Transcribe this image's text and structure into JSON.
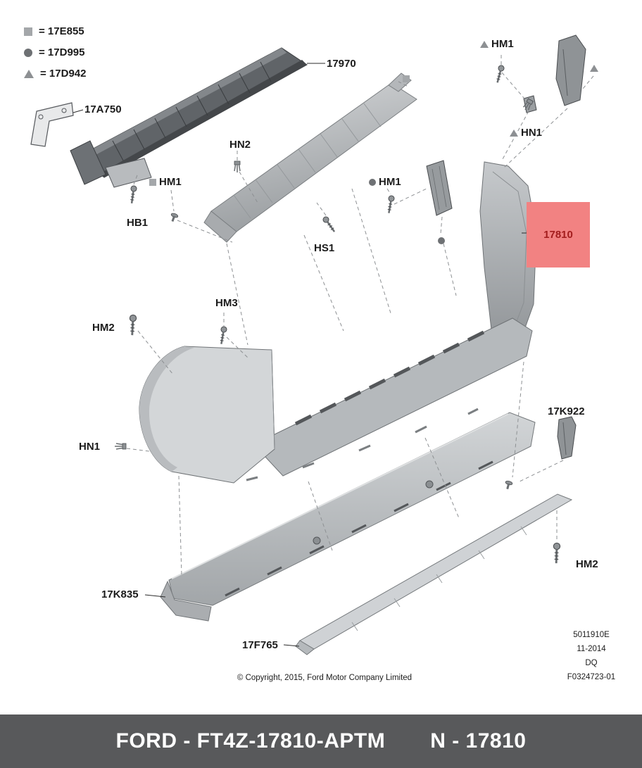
{
  "legend": {
    "items": [
      {
        "symbol": "square",
        "label": "= 17E855"
      },
      {
        "symbol": "circle",
        "label": "= 17D995"
      },
      {
        "symbol": "triangle",
        "label": "= 17D942"
      }
    ]
  },
  "part_labels": {
    "p17970": "17970",
    "p17a750": "17A750",
    "hn2": "HN2",
    "hm1_top": "HM1",
    "hn1_top": "HN1",
    "hm1_square": "HM1",
    "hm1_circle": "HM1",
    "hb1": "HB1",
    "hs1": "HS1",
    "hm3": "HM3",
    "hm2_left": "HM2",
    "p17k922": "17K922",
    "hn1_left": "HN1",
    "hm2_right": "HM2",
    "p17k835": "17K835",
    "p17f765": "17F765"
  },
  "highlight": {
    "label": "17810",
    "box_color": "#f28282",
    "text_color": "#a31d1d"
  },
  "copyright": "© Copyright, 2015, Ford Motor Company Limited",
  "doc_info": {
    "code": "5011910E",
    "date": "11-2014",
    "revision": "DQ",
    "figure": "F0324723-01"
  },
  "footer": {
    "part_text": "FORD - FT4Z-17810-APTM",
    "number_text": "N - 17810"
  }
}
